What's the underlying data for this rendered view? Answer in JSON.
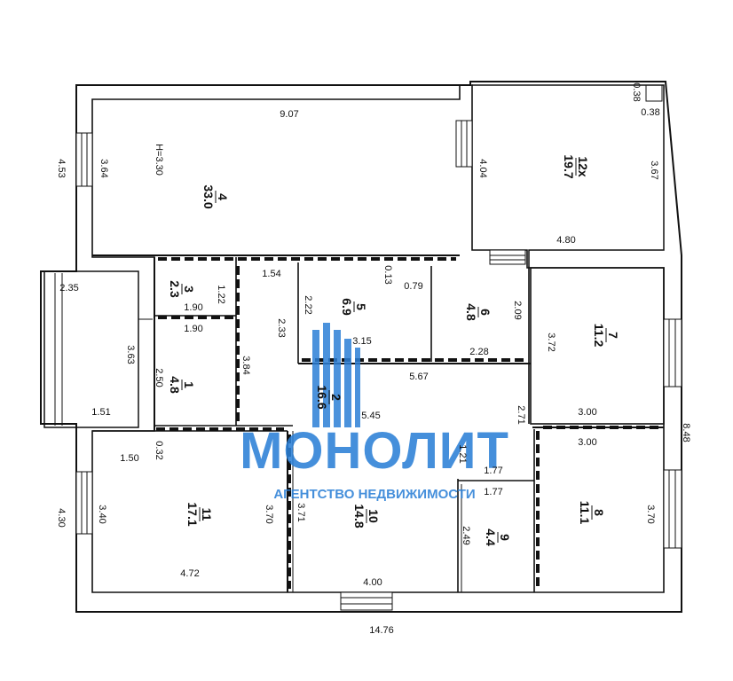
{
  "watermark": {
    "brand": "МОНОЛИТ",
    "tagline": "АГЕНТСТВО НЕДВИЖИМОСТИ",
    "color": "#2b7fd6"
  },
  "rooms": [
    {
      "id": "1",
      "area": "4.8"
    },
    {
      "id": "2",
      "area": "16.6"
    },
    {
      "id": "3",
      "area": "2.3"
    },
    {
      "id": "4",
      "area": "33.0"
    },
    {
      "id": "5",
      "area": "6.9"
    },
    {
      "id": "6",
      "area": "4.8"
    },
    {
      "id": "7",
      "area": "11.2"
    },
    {
      "id": "8",
      "area": "11.1"
    },
    {
      "id": "9",
      "area": "4.4"
    },
    {
      "id": "10",
      "area": "14.8"
    },
    {
      "id": "11",
      "area": "17.1"
    },
    {
      "id": "12x",
      "area": "19.7"
    }
  ],
  "dimensions": {
    "r4_width": "9.07",
    "r4_height_label": "H=3.30",
    "r4_side": "3.64",
    "r4_right": "4.04",
    "outer_left_top": "4.53",
    "r12_corner_a": "0.38",
    "r12_corner_b": "0.38",
    "r12_height": "3.67",
    "r12_width": "4.80",
    "bay_top": "2.35",
    "bay_side": "3.63",
    "bay_bottom": "1.51",
    "r3_width": "1.90",
    "r3_side": "1.22",
    "r1_width": "1.90",
    "r1_side": "2.50",
    "hall_top": "1.54",
    "hall_side_a": "2.33",
    "hall_side_b": "3.84",
    "r5_side": "2.22",
    "r5_gap": "0.13",
    "r5_right": "0.79",
    "r5_width": "3.15",
    "r6_side": "2.09",
    "r6_width": "2.28",
    "r2_top": "5.67",
    "r2_bottom": "5.45",
    "r2_side": "2.71",
    "r7_side": "3.72",
    "r7_width": "3.00",
    "outer_right": "8.48",
    "r8_width": "3.00",
    "r8_side": "3.70",
    "r11_top": "1.50",
    "r11_gap": "0.32",
    "r11_left": "3.40",
    "r11_right": "3.70",
    "r11_width": "4.72",
    "outer_left_bottom": "4.30",
    "r10_side": "3.71",
    "r10_width": "4.00",
    "r9_top_gap": "1.21",
    "r9_width_a": "1.77",
    "r9_width_b": "1.77",
    "r9_side": "2.49",
    "outer_bottom": "14.76"
  }
}
